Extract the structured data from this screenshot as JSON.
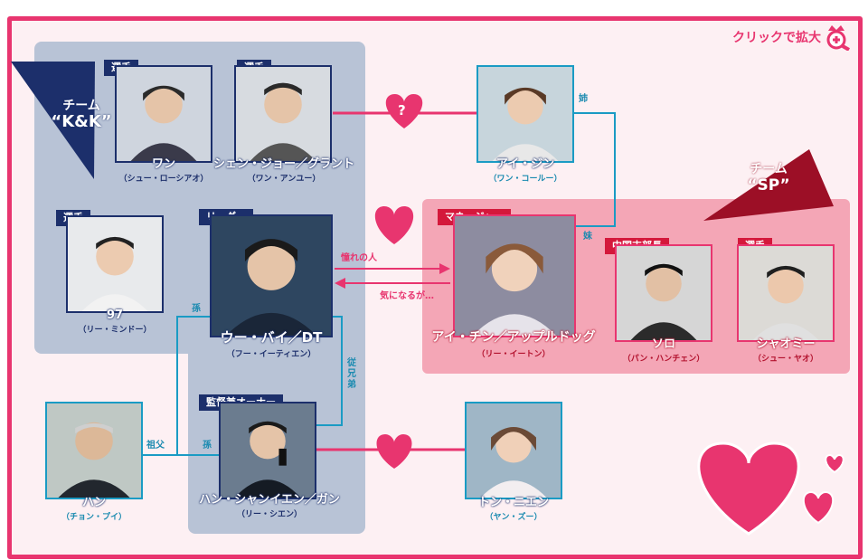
{
  "header": {
    "zoom_label": "クリックで拡大"
  },
  "teams": {
    "kk": {
      "line1": "チーム",
      "line2": "“K&K”"
    },
    "sp": {
      "line1": "チーム",
      "line2": "“SP”"
    }
  },
  "people": {
    "wan": {
      "tag": "選手",
      "name": "ワン",
      "actor": "（シュー・ローシアオ）"
    },
    "shen": {
      "tag": "選手",
      "name": "シェン・ジョー／グラント",
      "actor": "（ワン・アンユー）"
    },
    "p97": {
      "tag": "選手",
      "name": "97",
      "actor": "（リー・ミンドー）"
    },
    "wu": {
      "tag": "リーダー",
      "name": "ウー・バイ／DT",
      "actor": "（フー・イーティエン）"
    },
    "han_x": {
      "tag": "監督兼オーナー",
      "name": "ハン・シャンイエン／ガン",
      "actor": "（リー・シエン）"
    },
    "han": {
      "name": "ハン",
      "actor": "（チョン・プイ）"
    },
    "aijin": {
      "name": "アイ・ジン",
      "actor": "（ワン・コールー）"
    },
    "aichin": {
      "tag": "マネージャー",
      "name": "アイ・チン／アップルドッグ",
      "actor": "（リー・イートン）"
    },
    "solo": {
      "tag": "中国支部長",
      "name": "ソロ",
      "actor": "（パン・ハンチェン）"
    },
    "shaomi": {
      "tag": "選手",
      "name": "シャオミー",
      "actor": "（シュー・ヤオ）"
    },
    "ton": {
      "name": "トン・ニエン",
      "actor": "（ヤン・ズー）"
    }
  },
  "relations": {
    "question": "?",
    "older_sister": "姉",
    "younger_sister": "妹",
    "admire": "憧れの人",
    "curious": "気になるが…",
    "grandson1": "孫",
    "grandson2": "孫",
    "grandfather": "祖父",
    "cousin": "従兄弟"
  },
  "colors": {
    "border": "#e8356f",
    "navy": "#1c2f6b",
    "red": "#d4183b",
    "line_blue": "#1a9bc4",
    "heart": "#e8356f"
  }
}
